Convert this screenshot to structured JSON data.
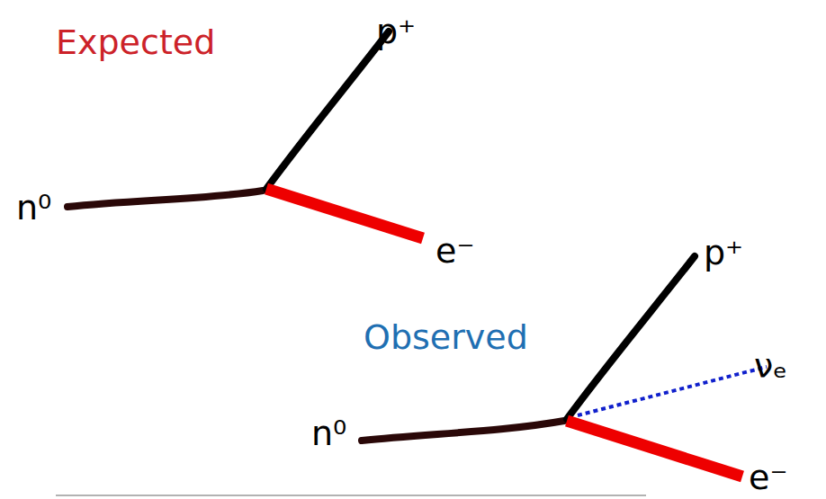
{
  "diagram": {
    "labels": [
      "Expected",
      "p⁺",
      "n⁰",
      "e⁻",
      "p⁺",
      "Observed",
      "νₑ",
      "n⁰",
      "e⁻"
    ]
  }
}
